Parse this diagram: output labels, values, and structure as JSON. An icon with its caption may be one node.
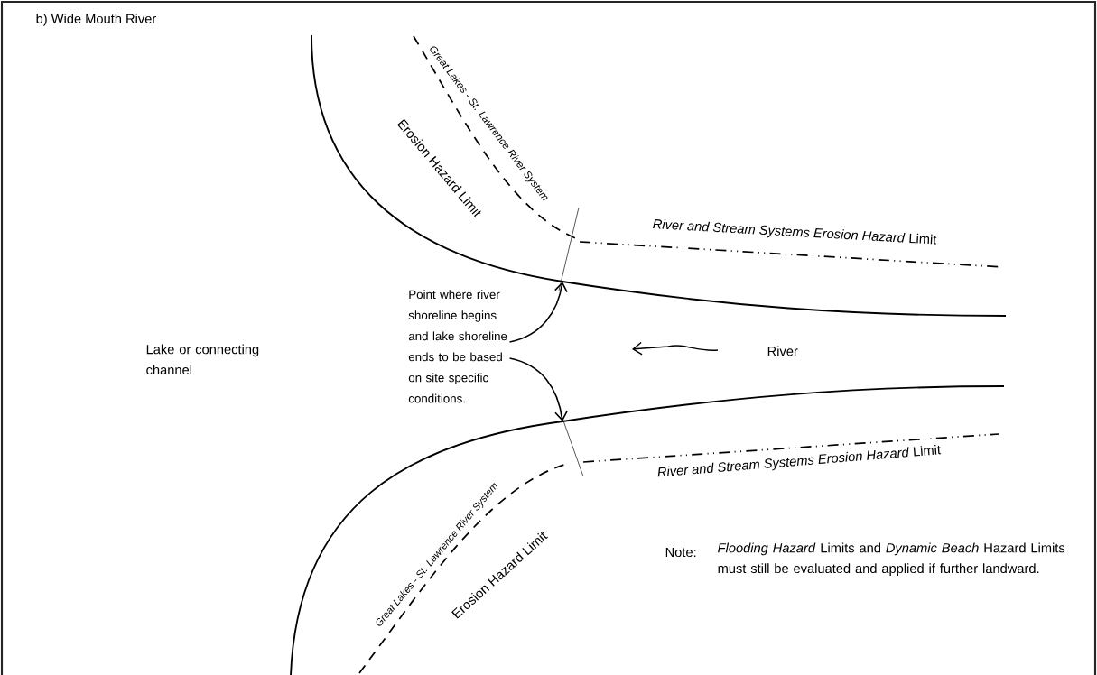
{
  "diagram": {
    "nodes": [
      {
        "text": [
          "Point where river shoreline begins and lake shoreline ends to be based on site specific conditions."
        ]
      },
      {
        "text": [],
        "shape": "line"
      },
      {
        "text": [],
        "shape": "line"
      }
    ],
    "edges": [
      {
        "from": 0,
        "to": 1,
        "arrow": "to"
      },
      {
        "from": 0,
        "to": 2,
        "arrow": "to"
      }
    ],
    "labels": [
      "b) Wide Mouth River",
      "Great Lakes - St. Lawrence River System",
      "Erosion Hazard Limit",
      "*River and Stream Systems Erosion Hazard* Limit",
      "River",
      "Lake or connecting channel",
      "*River and Stream Systems Erosion Hazard* Limit",
      "Great Lakes - St. Lawrence River System",
      "Erosion Hazard Limit",
      "Note:",
      "*Flooding Hazard* Limits and *Dynamic Beach* Hazard Limits must still be evaluated and applied if further landward."
    ]
  }
}
